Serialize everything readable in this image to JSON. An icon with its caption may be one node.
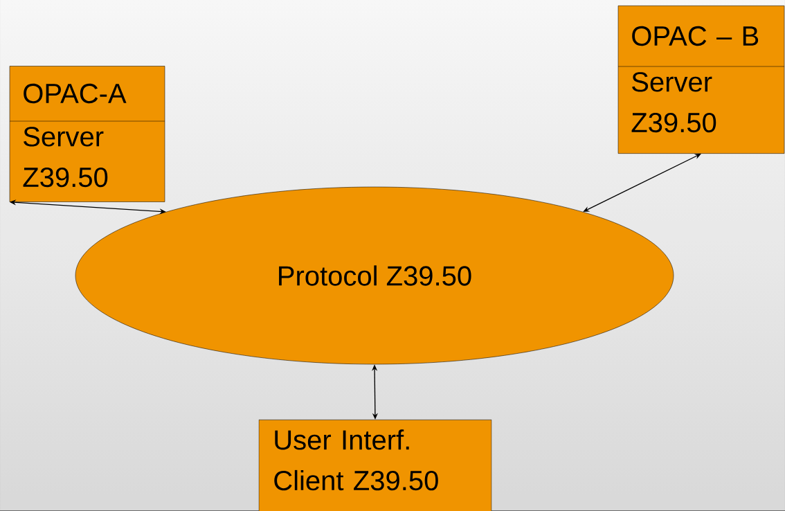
{
  "diagram": {
    "nodes": [
      {
        "text": [
          "OPAC-A",
          "Server Z39.50"
        ]
      },
      {
        "text": [
          "OPAC – B",
          "Server Z39.50"
        ]
      },
      {
        "text": [
          "Protocol Z39.50"
        ]
      },
      {
        "text": [
          "User Interf. Client Z39.50"
        ]
      }
    ],
    "edges": [
      {
        "from": 0,
        "to": 2,
        "arrow": "both"
      },
      {
        "from": 1,
        "to": 2,
        "arrow": "both"
      },
      {
        "from": 2,
        "to": 3,
        "arrow": "both"
      }
    ]
  }
}
